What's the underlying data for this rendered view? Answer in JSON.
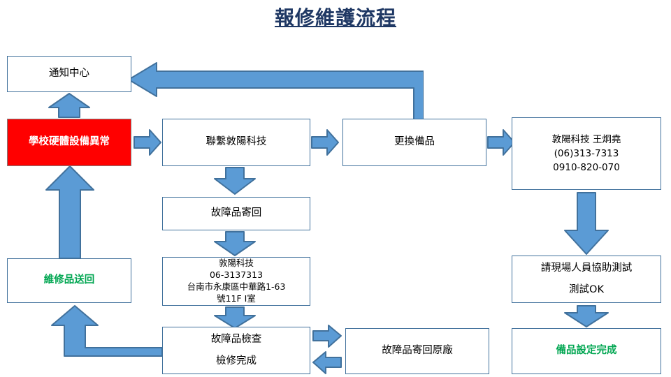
{
  "document": {
    "title": "報修維護流程",
    "type": "flowchart"
  },
  "theme": {
    "title_color": "#1F3864",
    "box_border": "#41719C",
    "arrow_fill": "#5B9BD5",
    "arrow_border": "#41719C",
    "alert_box_bg": "#FF0000",
    "alert_text_color": "#FFFFFF",
    "highlight_text_color": "#00A651"
  },
  "nodes": {
    "notify_center": {
      "label": "通知中心"
    },
    "school_fault": {
      "label": "學校硬體設備異常"
    },
    "contact_vendor": {
      "label": "聯繫敦陽科技"
    },
    "replace_spare": {
      "label": "更換備品"
    },
    "vendor_contact": {
      "line1": "敦陽科技 王炯堯",
      "line2": "(06)313-7313",
      "line3": "0910-820-070"
    },
    "return_faulty": {
      "label": "故障品寄回"
    },
    "vendor_address": {
      "line1": "敦陽科技",
      "line2": "06-3137313",
      "line3": "台南市永康區中華路1-63",
      "line4": "號11F I室"
    },
    "onsite_test": {
      "line1": "請現場人員協助測試",
      "line2": "測試OK"
    },
    "repaired_return": {
      "label": "維修品送回"
    },
    "inspect_faulty": {
      "line1": "故障品檢查",
      "line2": "檢修完成"
    },
    "send_to_factory": {
      "label": "故障品寄回原廠"
    },
    "setup_complete": {
      "label": "備品設定完成"
    }
  },
  "connectors": [
    {
      "name": "replace-spare-to-notify-center",
      "kind": "elbow-up-left"
    },
    {
      "name": "school-fault-to-notify-center",
      "kind": "up"
    },
    {
      "name": "school-fault-to-contact-vendor",
      "kind": "right"
    },
    {
      "name": "contact-vendor-to-replace-spare",
      "kind": "right"
    },
    {
      "name": "replace-spare-to-vendor-contact",
      "kind": "right"
    },
    {
      "name": "contact-vendor-to-return-faulty",
      "kind": "down"
    },
    {
      "name": "return-faulty-to-vendor-address",
      "kind": "down"
    },
    {
      "name": "vendor-address-to-inspect-faulty",
      "kind": "down"
    },
    {
      "name": "vendor-contact-to-onsite-test",
      "kind": "down"
    },
    {
      "name": "onsite-test-to-setup-complete",
      "kind": "down"
    },
    {
      "name": "inspect-faulty-to-send-to-factory",
      "kind": "right"
    },
    {
      "name": "send-to-factory-to-inspect-faulty",
      "kind": "left"
    },
    {
      "name": "inspect-faulty-to-repaired-return",
      "kind": "elbow-left-up"
    },
    {
      "name": "repaired-return-to-school-fault",
      "kind": "up"
    }
  ]
}
